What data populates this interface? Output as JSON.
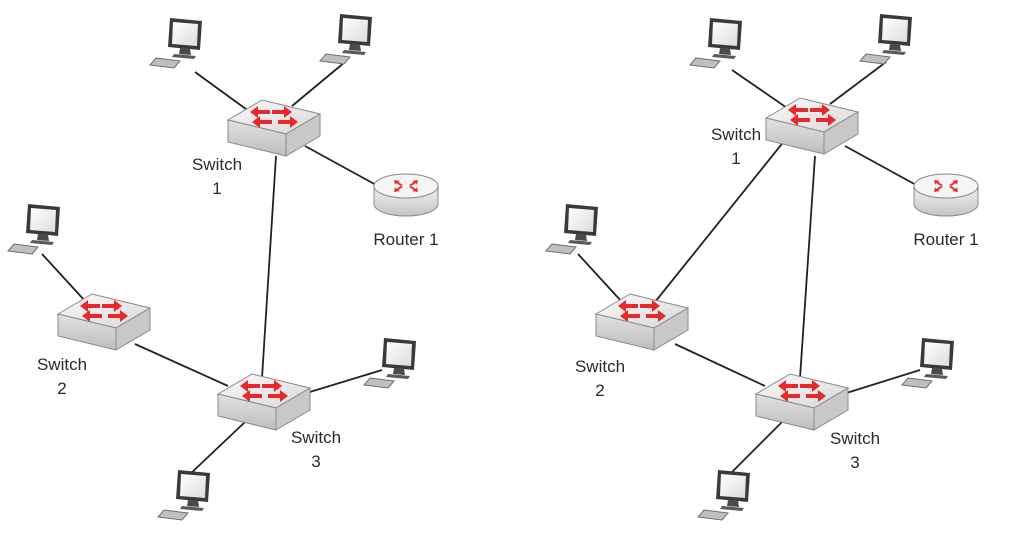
{
  "diagrams": [
    {
      "switches": [
        {
          "line1": "Switch",
          "line2": "1"
        },
        {
          "line1": "Switch",
          "line2": "2"
        },
        {
          "line1": "Switch",
          "line2": "3"
        }
      ],
      "router": {
        "label": "Router 1"
      }
    },
    {
      "switches": [
        {
          "line1": "Switch",
          "line2": "1"
        },
        {
          "line1": "Switch",
          "line2": "2"
        },
        {
          "line1": "Switch",
          "line2": "3"
        }
      ],
      "router": {
        "label": "Router 1"
      }
    }
  ],
  "colors": {
    "arrow": "#e8282b",
    "device_top": "#efefef",
    "device_front": "#d9d9d9",
    "link": "#222222"
  }
}
